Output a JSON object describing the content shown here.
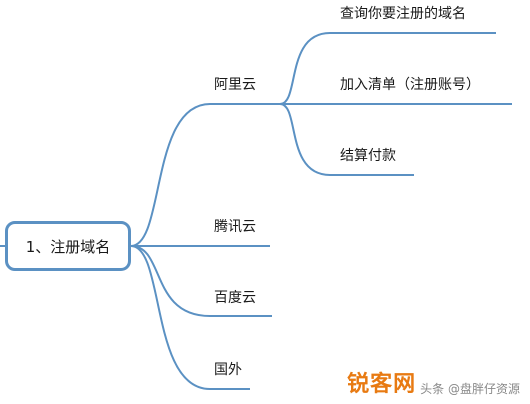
{
  "root": {
    "label": "1、注册域名"
  },
  "branches": [
    {
      "label": "阿里云",
      "children": [
        {
          "label": "查询你要注册的域名"
        },
        {
          "label": "加入清单（注册账号）"
        },
        {
          "label": "结算付款"
        }
      ]
    },
    {
      "label": "腾讯云"
    },
    {
      "label": "百度云"
    },
    {
      "label": "国外"
    }
  ],
  "watermark": {
    "logo": "锐客网",
    "text": "头条 @盘胖仔资源"
  },
  "colors": {
    "line": "#5b91c3",
    "text": "#1a1a1a",
    "watermark_logo": "#e87a12"
  }
}
